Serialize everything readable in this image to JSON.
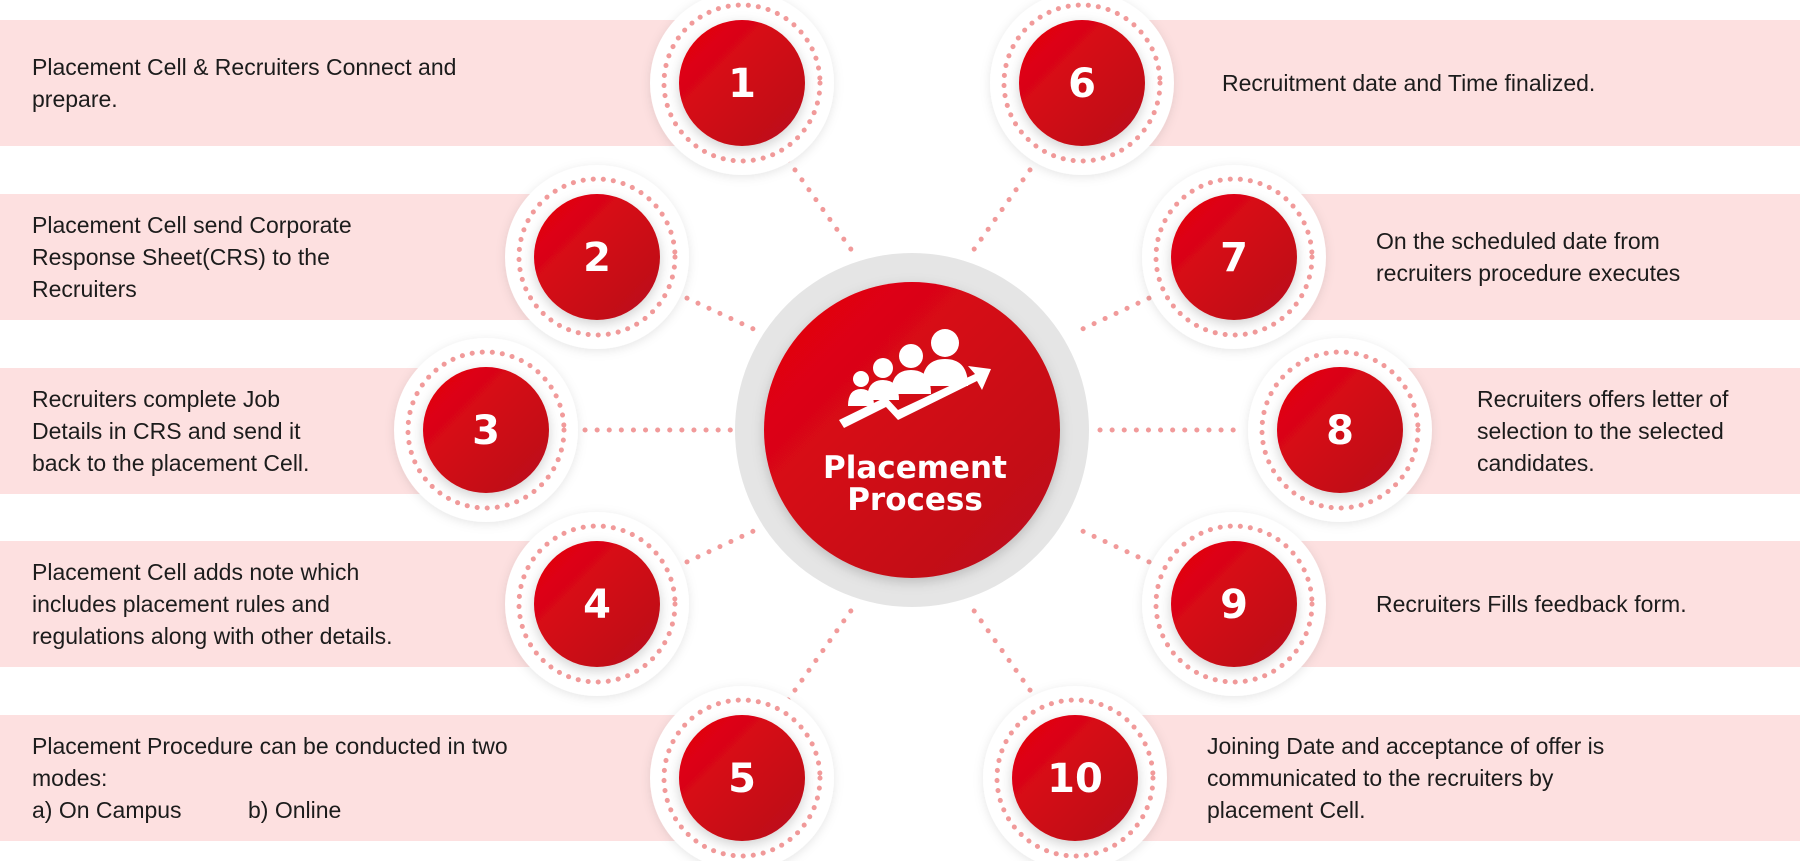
{
  "center": {
    "title_line1": "Placement",
    "title_line2": "Process",
    "icon": "team-growth-icon"
  },
  "colors": {
    "band": "#fde0e0",
    "circle": "#d90010",
    "dots": "#f19a9a",
    "ring": "#e5e5e5"
  },
  "steps": [
    {
      "number": "1",
      "lines": [
        "Placement Cell & Recruiters Connect and",
        "prepare."
      ]
    },
    {
      "number": "2",
      "lines": [
        "Placement Cell send Corporate",
        "Response Sheet(CRS) to the",
        "Recruiters"
      ]
    },
    {
      "number": "3",
      "lines": [
        "Recruiters complete Job",
        "Details in CRS and send it",
        "back to the placement Cell."
      ]
    },
    {
      "number": "4",
      "lines": [
        "Placement Cell adds note which",
        "includes placement rules and",
        "regulations along with other details."
      ]
    },
    {
      "number": "5",
      "lines": [
        "Placement Procedure can be conducted in two",
        "modes:"
      ],
      "mode_a": "a) On Campus",
      "mode_b": "b) Online"
    },
    {
      "number": "6",
      "lines": [
        "Recruitment date and Time finalized."
      ]
    },
    {
      "number": "7",
      "lines": [
        "On the scheduled date from",
        "recruiters procedure executes"
      ]
    },
    {
      "number": "8",
      "lines": [
        "Recruiters offers letter of",
        "selection to the selected",
        "candidates."
      ]
    },
    {
      "number": "9",
      "lines": [
        "Recruiters Fills feedback form."
      ]
    },
    {
      "number": "10",
      "lines": [
        "Joining Date and acceptance of offer is",
        "communicated to the recruiters by",
        "placement Cell."
      ]
    }
  ]
}
